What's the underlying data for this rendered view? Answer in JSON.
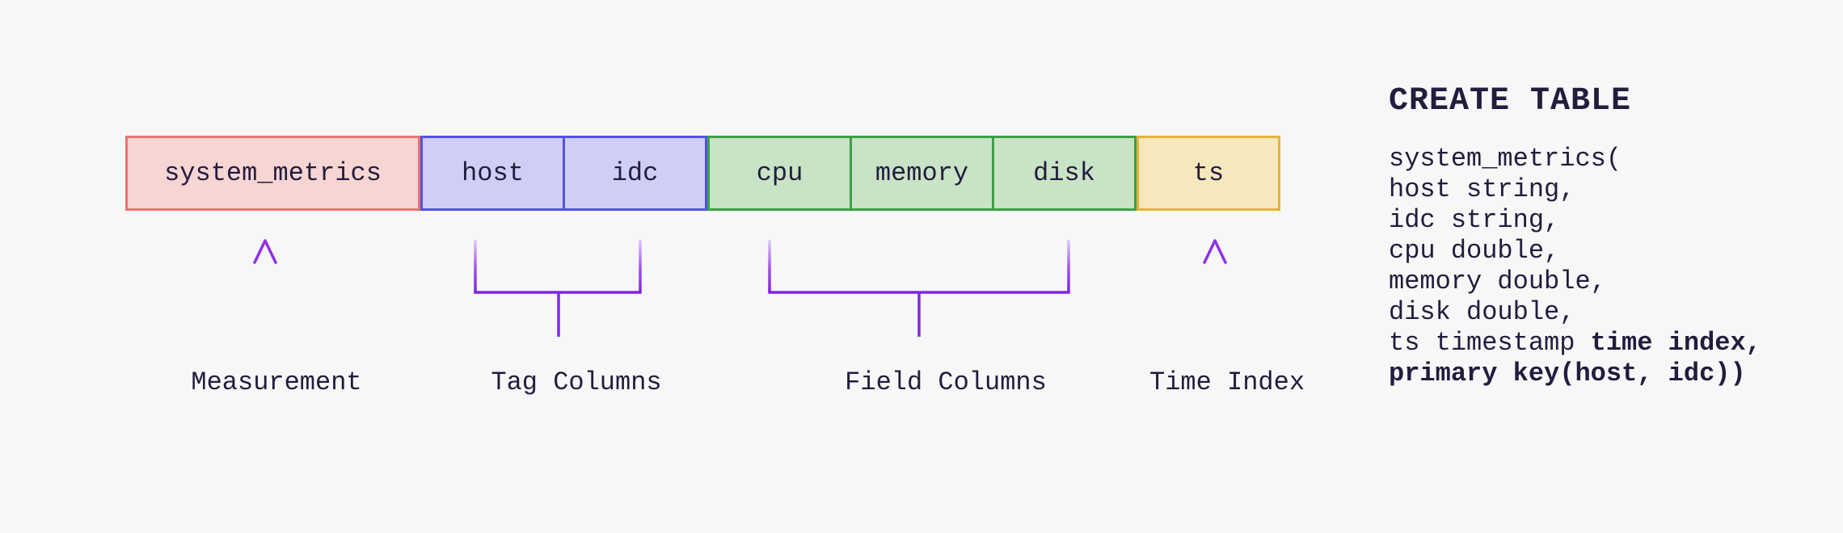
{
  "colors": {
    "background": "#f7f7f8",
    "ink": "#231c3e",
    "accent_purple": "#8a2be2",
    "accent_purple_light": "#d9c9f7",
    "measurement_fill": "#f6d5d3",
    "measurement_border": "#e1786f",
    "tag_fill": "#cfcef5",
    "tag_border": "#5552e0",
    "field_fill": "#c9e3c6",
    "field_border": "#3da045",
    "time_fill": "#f6e8bd",
    "time_border": "#e2b33c"
  },
  "table_row": {
    "measurement_cell": "system_metrics",
    "tag_cells": [
      "host",
      "idc"
    ],
    "field_cells": [
      "cpu",
      "memory",
      "disk"
    ],
    "time_cell": "ts"
  },
  "annotation_labels": {
    "measurement": "Measurement",
    "tags": "Tag Columns",
    "fields": "Field Columns",
    "time": "Time Index"
  },
  "sql": {
    "heading": "CREATE TABLE",
    "lines": [
      [
        {
          "text": "system_metrics(",
          "bold": false
        }
      ],
      [
        {
          "text": "host string,",
          "bold": false
        }
      ],
      [
        {
          "text": "idc string,",
          "bold": false
        }
      ],
      [
        {
          "text": "cpu double,",
          "bold": false
        }
      ],
      [
        {
          "text": "memory double,",
          "bold": false
        }
      ],
      [
        {
          "text": "disk double,",
          "bold": false
        }
      ],
      [
        {
          "text": "ts timestamp ",
          "bold": false
        },
        {
          "text": "time index,",
          "bold": true
        }
      ],
      [
        {
          "text": "primary key(host, idc))",
          "bold": true
        }
      ]
    ]
  }
}
